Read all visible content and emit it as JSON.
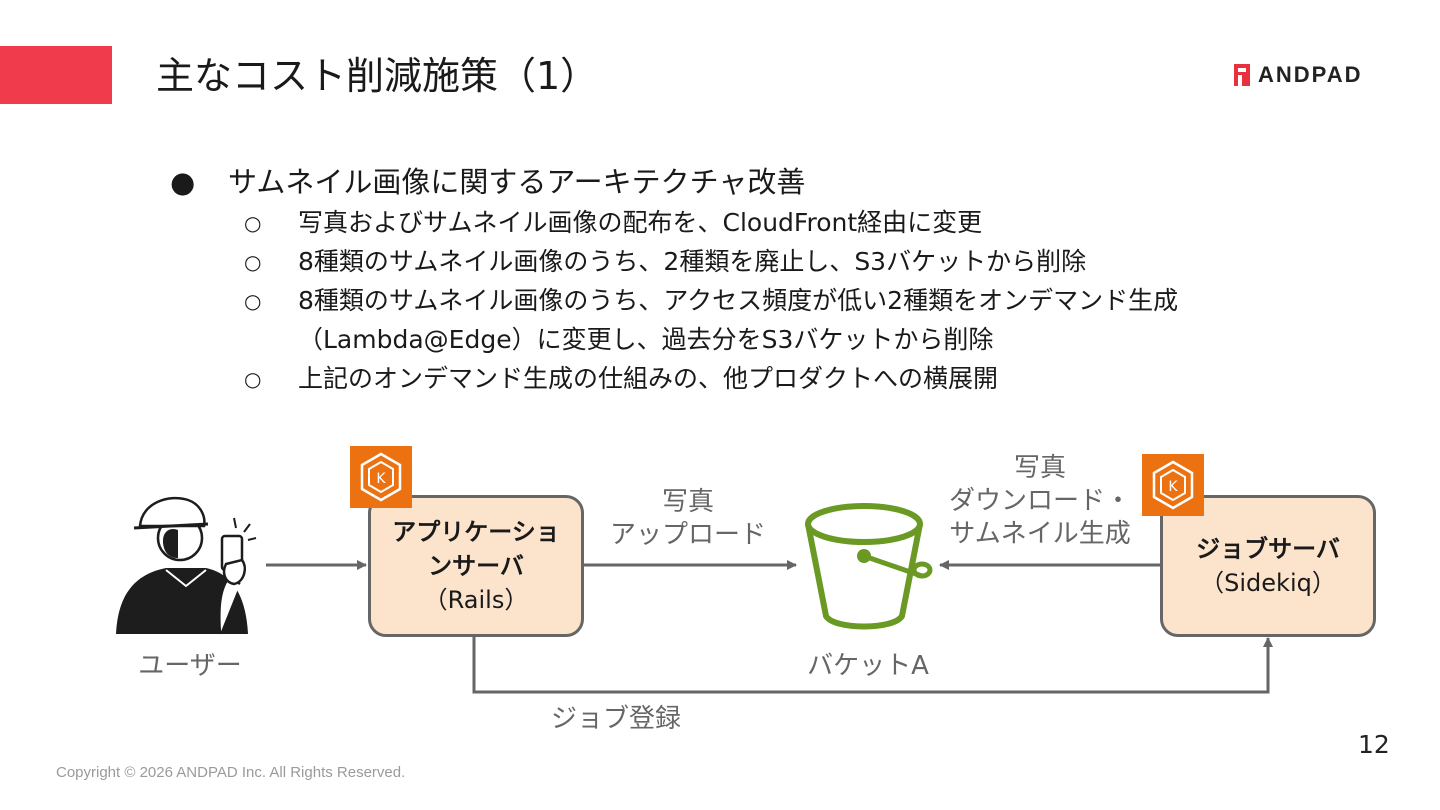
{
  "colors": {
    "accent": "#f03b4c",
    "box_fill": "#fbe3cc",
    "aws_orange": "#ec7211",
    "bucket_green": "#6a9a23",
    "line_gray": "#666666"
  },
  "slide": {
    "title": "主なコスト削減施策（1）",
    "logo_text": "ANDPAD",
    "bullets": {
      "main_marker": "●",
      "main": "サムネイル画像に関するアーキテクチャ改善",
      "sub_marker": "○",
      "sub1": "写真およびサムネイル画像の配布を、CloudFront経由に変更",
      "sub2": "8種類のサムネイル画像のうち、2種類を廃止し、S3バケットから削除",
      "sub3_line1": "8種類のサムネイル画像のうち、アクセス頻度が低い2種類をオンデマンド生成",
      "sub3_line2": "（Lambda@Edge）に変更し、過去分をS3バケットから削除",
      "sub4": "上記のオンデマンド生成の仕組みの、他プロダクトへの横展開"
    },
    "diagram": {
      "user_label": "ユーザー",
      "app_server_line1": "アプリケーショ",
      "app_server_line2": "ンサーバ",
      "app_server_sub": "（Rails）",
      "upload_line1": "写真",
      "upload_line2": "アップロード",
      "bucket_label": "バケットA",
      "download_line1": "写真",
      "download_line2": "ダウンロード・",
      "download_line3": "サムネイル生成",
      "job_server_title": "ジョブサーバ",
      "job_server_sub": "（Sidekiq）",
      "job_register": "ジョブ登録",
      "k8s_icon": "kubernetes-icon",
      "bucket_icon": "s3-bucket-icon",
      "user_icon": "construction-worker-icon"
    },
    "footer": {
      "copyright": "Copyright © 2026 ANDPAD Inc. All Rights Reserved.",
      "page_number": "12"
    }
  }
}
